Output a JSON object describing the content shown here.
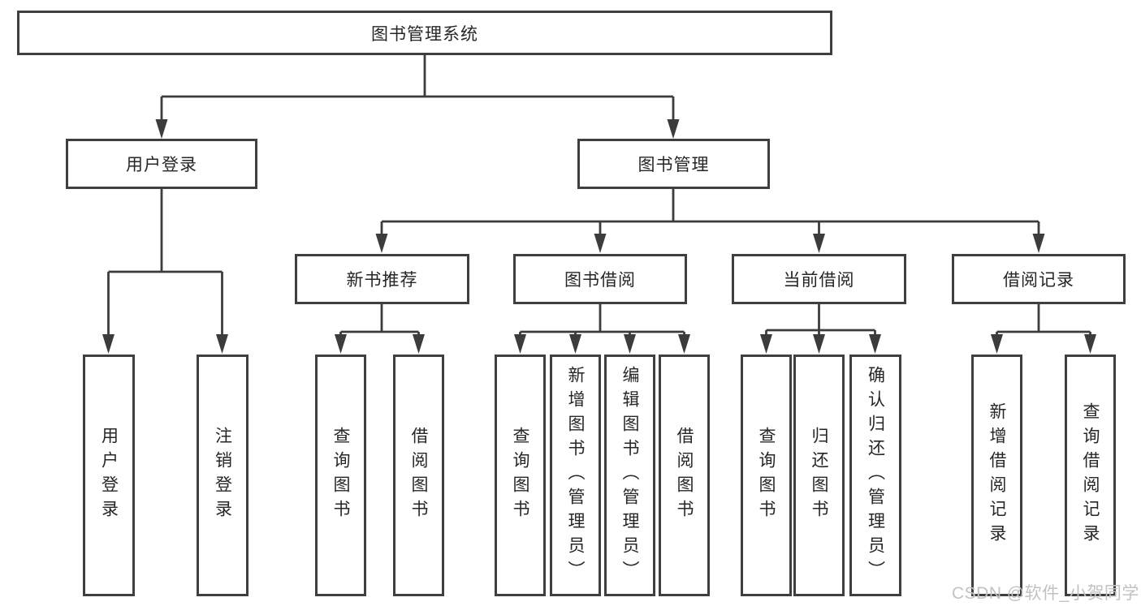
{
  "tree": {
    "root": {
      "label": "图书管理系统",
      "children": [
        {
          "label": "用户登录",
          "children": [
            {
              "label": "用户登录"
            },
            {
              "label": "注销登录"
            }
          ]
        },
        {
          "label": "图书管理",
          "children": [
            {
              "label": "新书推荐",
              "children": [
                {
                  "label": "查询图书"
                },
                {
                  "label": "借阅图书"
                }
              ]
            },
            {
              "label": "图书借阅",
              "children": [
                {
                  "label": "查询图书"
                },
                {
                  "label": "新增图书（管理员）"
                },
                {
                  "label": "编辑图书（管理员）"
                },
                {
                  "label": "借阅图书"
                }
              ]
            },
            {
              "label": "当前借阅",
              "children": [
                {
                  "label": "查询图书"
                },
                {
                  "label": "归还图书"
                },
                {
                  "label": "确认归还（管理员）"
                }
              ]
            },
            {
              "label": "借阅记录",
              "children": [
                {
                  "label": "新增借阅记录"
                },
                {
                  "label": "查询借阅记录"
                }
              ]
            }
          ]
        }
      ]
    }
  },
  "watermark": "CSDN @软件_小贺同学",
  "colors": {
    "line": "#3c3c3c",
    "box_border": "#3f3f3f",
    "text": "#262626",
    "watermark": "#c2c2c2",
    "background": "#ffffff"
  }
}
